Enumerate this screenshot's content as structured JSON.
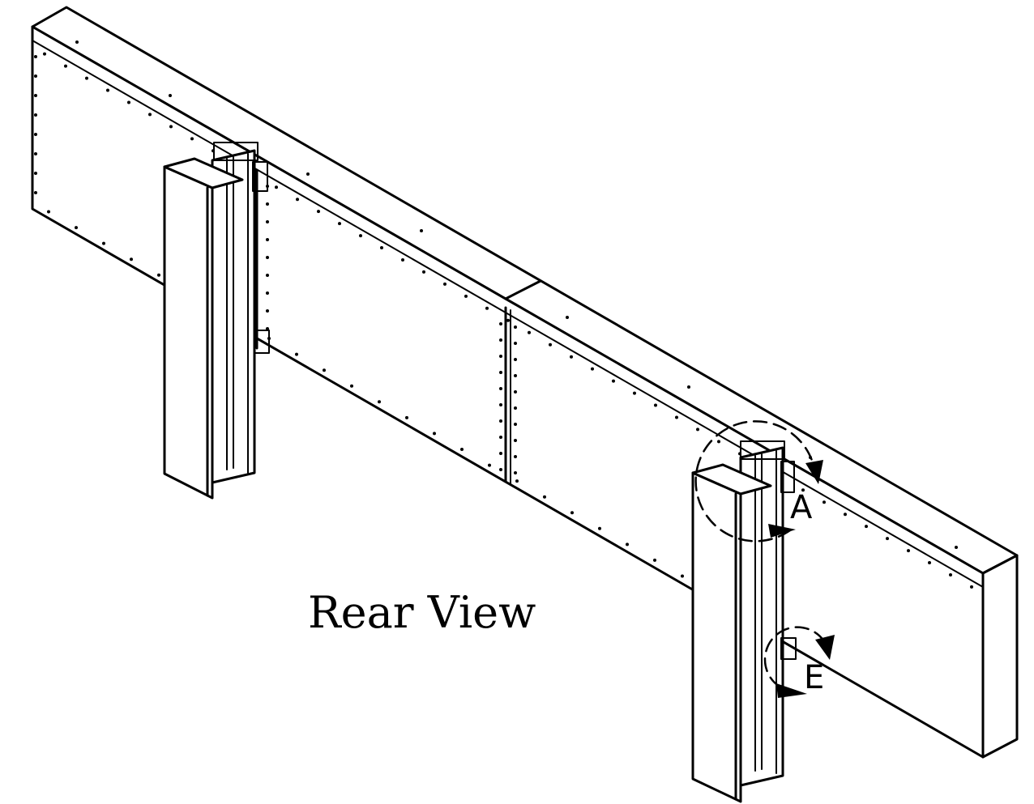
{
  "view_title": "Rear View",
  "callouts": [
    {
      "label": "A"
    },
    {
      "label": "E"
    }
  ],
  "colors": {
    "line": "#000000",
    "background": "#ffffff"
  }
}
